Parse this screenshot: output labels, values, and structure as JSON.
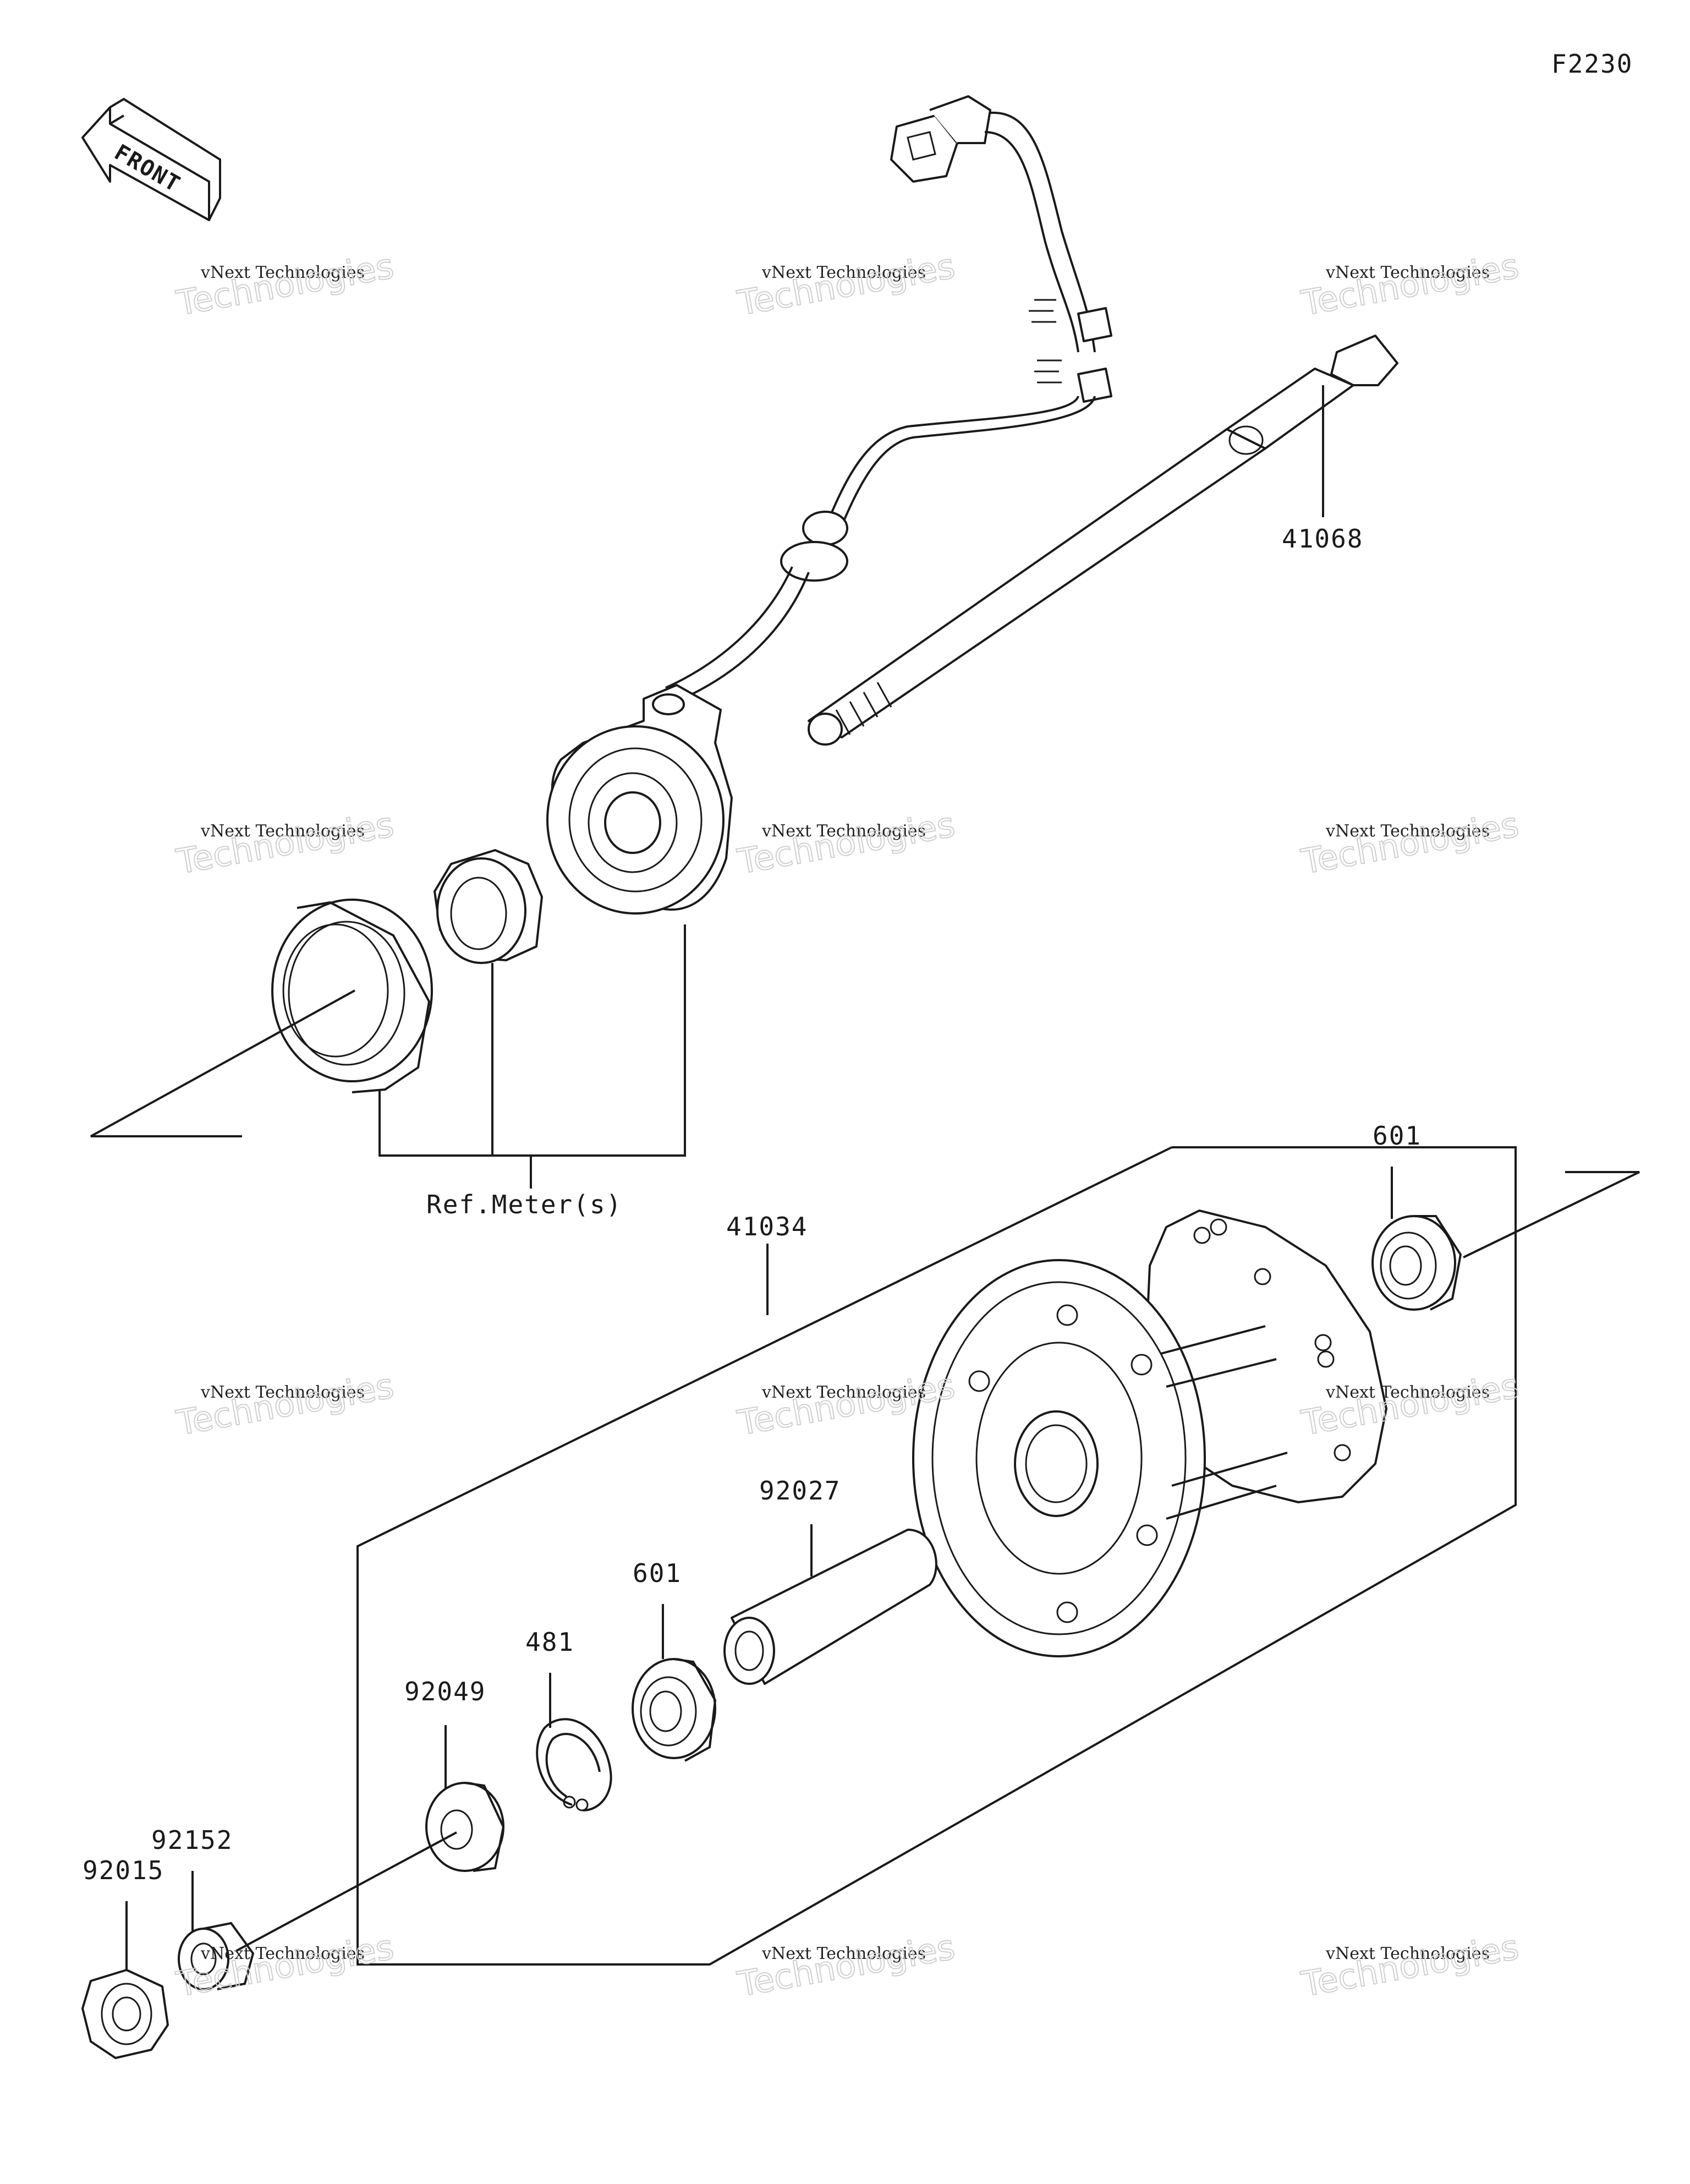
{
  "page_code": "F2230",
  "front_arrow_text": "FRONT",
  "callouts": {
    "p41068": "41068",
    "ref_meter": "Ref.Meter(s)",
    "p41034": "41034",
    "p601_right": "601",
    "p92027": "92027",
    "p601_left": "601",
    "p481": "481",
    "p92049": "92049",
    "p92152": "92152",
    "p92015": "92015"
  },
  "watermarks": [
    {
      "line1": "vNext Technologies",
      "line2": "Technologies"
    },
    {
      "line1": "vNext Technologies",
      "line2": "Technologies"
    },
    {
      "line1": "vNext Technologies",
      "line2": "Technologies"
    },
    {
      "line1": "vNext Technologies",
      "line2": "Technologies"
    },
    {
      "line1": "vNext Technologies",
      "line2": "Technologies"
    },
    {
      "line1": "vNext Technologies",
      "line2": "Technologies"
    },
    {
      "line1": "vNext Technologies",
      "line2": "Technologies"
    },
    {
      "line1": "vNext Technologies",
      "line2": "Technologies"
    },
    {
      "line1": "vNext Technologies",
      "line2": "Technologies"
    },
    {
      "line1": "vNext Technologies",
      "line2": "Technologies"
    },
    {
      "line1": "vNext Technologies",
      "line2": "Technologies"
    },
    {
      "line1": "vNext Technologies",
      "line2": "Technologies"
    }
  ]
}
